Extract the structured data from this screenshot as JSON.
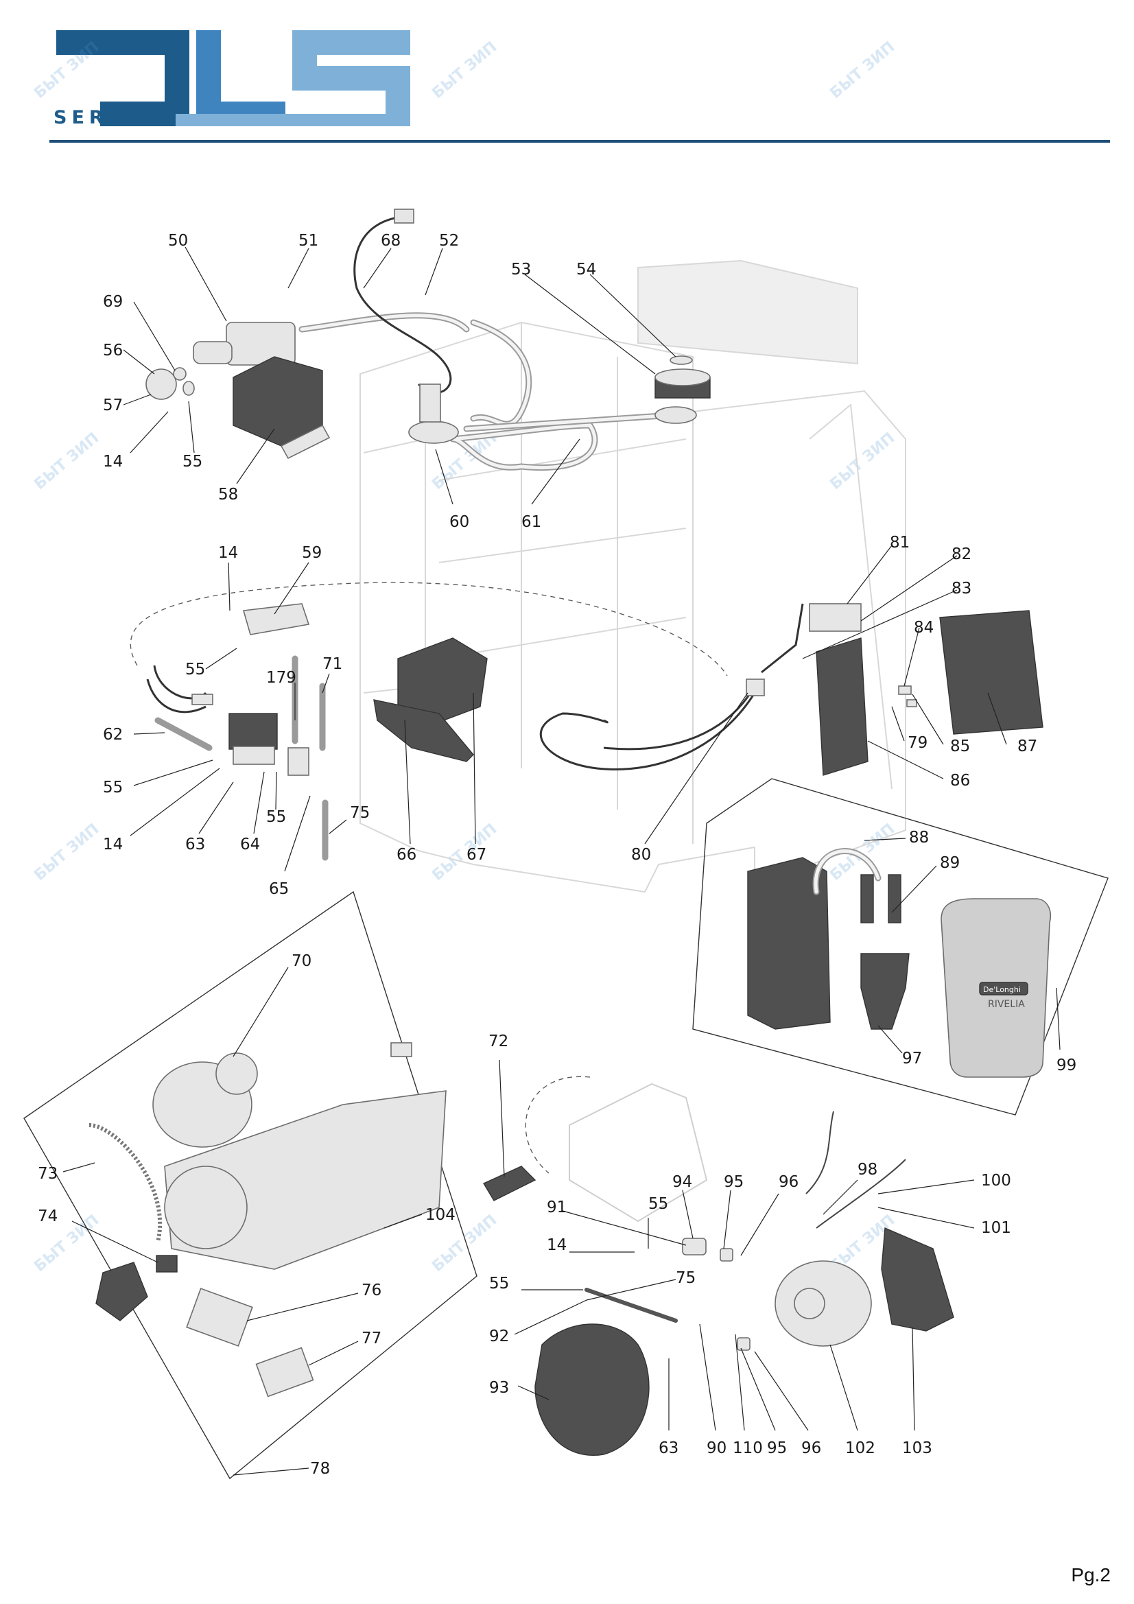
{
  "brand": {
    "logo_word": "SERVICE",
    "colors": {
      "dark_blue": "#1d5b8a",
      "light_blue": "#7fb1d8",
      "rule": "#1f4f78"
    }
  },
  "watermark": {
    "text": "БЫТ ЗИП",
    "color": "#5096d2"
  },
  "diagram": {
    "callouts": {
      "c50": "50",
      "c51": "51",
      "c68a": "68",
      "c52": "52",
      "c53": "53",
      "c54": "54",
      "c69": "69",
      "c56": "56",
      "c57": "57",
      "c14a": "14",
      "c55a": "55",
      "c58": "58",
      "c60": "60",
      "c61": "61",
      "c81": "81",
      "c82": "82",
      "c83": "83",
      "c84": "84",
      "c85": "85",
      "c79": "79",
      "c87": "87",
      "c86": "86",
      "c14b": "14",
      "c59": "59",
      "c55b": "55",
      "c179": "179",
      "c71": "71",
      "c62": "62",
      "c55c": "55",
      "c14c": "14",
      "c63a": "63",
      "c64": "64",
      "c55d": "55",
      "c75a": "75",
      "c65": "65",
      "c66": "66",
      "c67": "67",
      "c80": "80",
      "c88": "88",
      "c89": "89",
      "c97": "97",
      "c99": "99",
      "c70": "70",
      "c73": "73",
      "c74": "74",
      "c104": "104",
      "c76": "76",
      "c77": "77",
      "c78": "78",
      "c72": "72",
      "c91": "91",
      "c55e": "55",
      "c94": "94",
      "c95a": "95",
      "c96a": "96",
      "c98": "98",
      "c100": "100",
      "c101": "101",
      "c14d": "14",
      "c55f": "55",
      "c75b": "75",
      "c92": "92",
      "c93": "93",
      "c63b": "63",
      "c90": "90",
      "c110": "110",
      "c95b": "95",
      "c96b": "96",
      "c102": "102",
      "c103": "103"
    },
    "label_delonghi": "De'Longhi",
    "label_rivelia": "RIVELIA"
  },
  "page": {
    "number": "Pg.2"
  }
}
